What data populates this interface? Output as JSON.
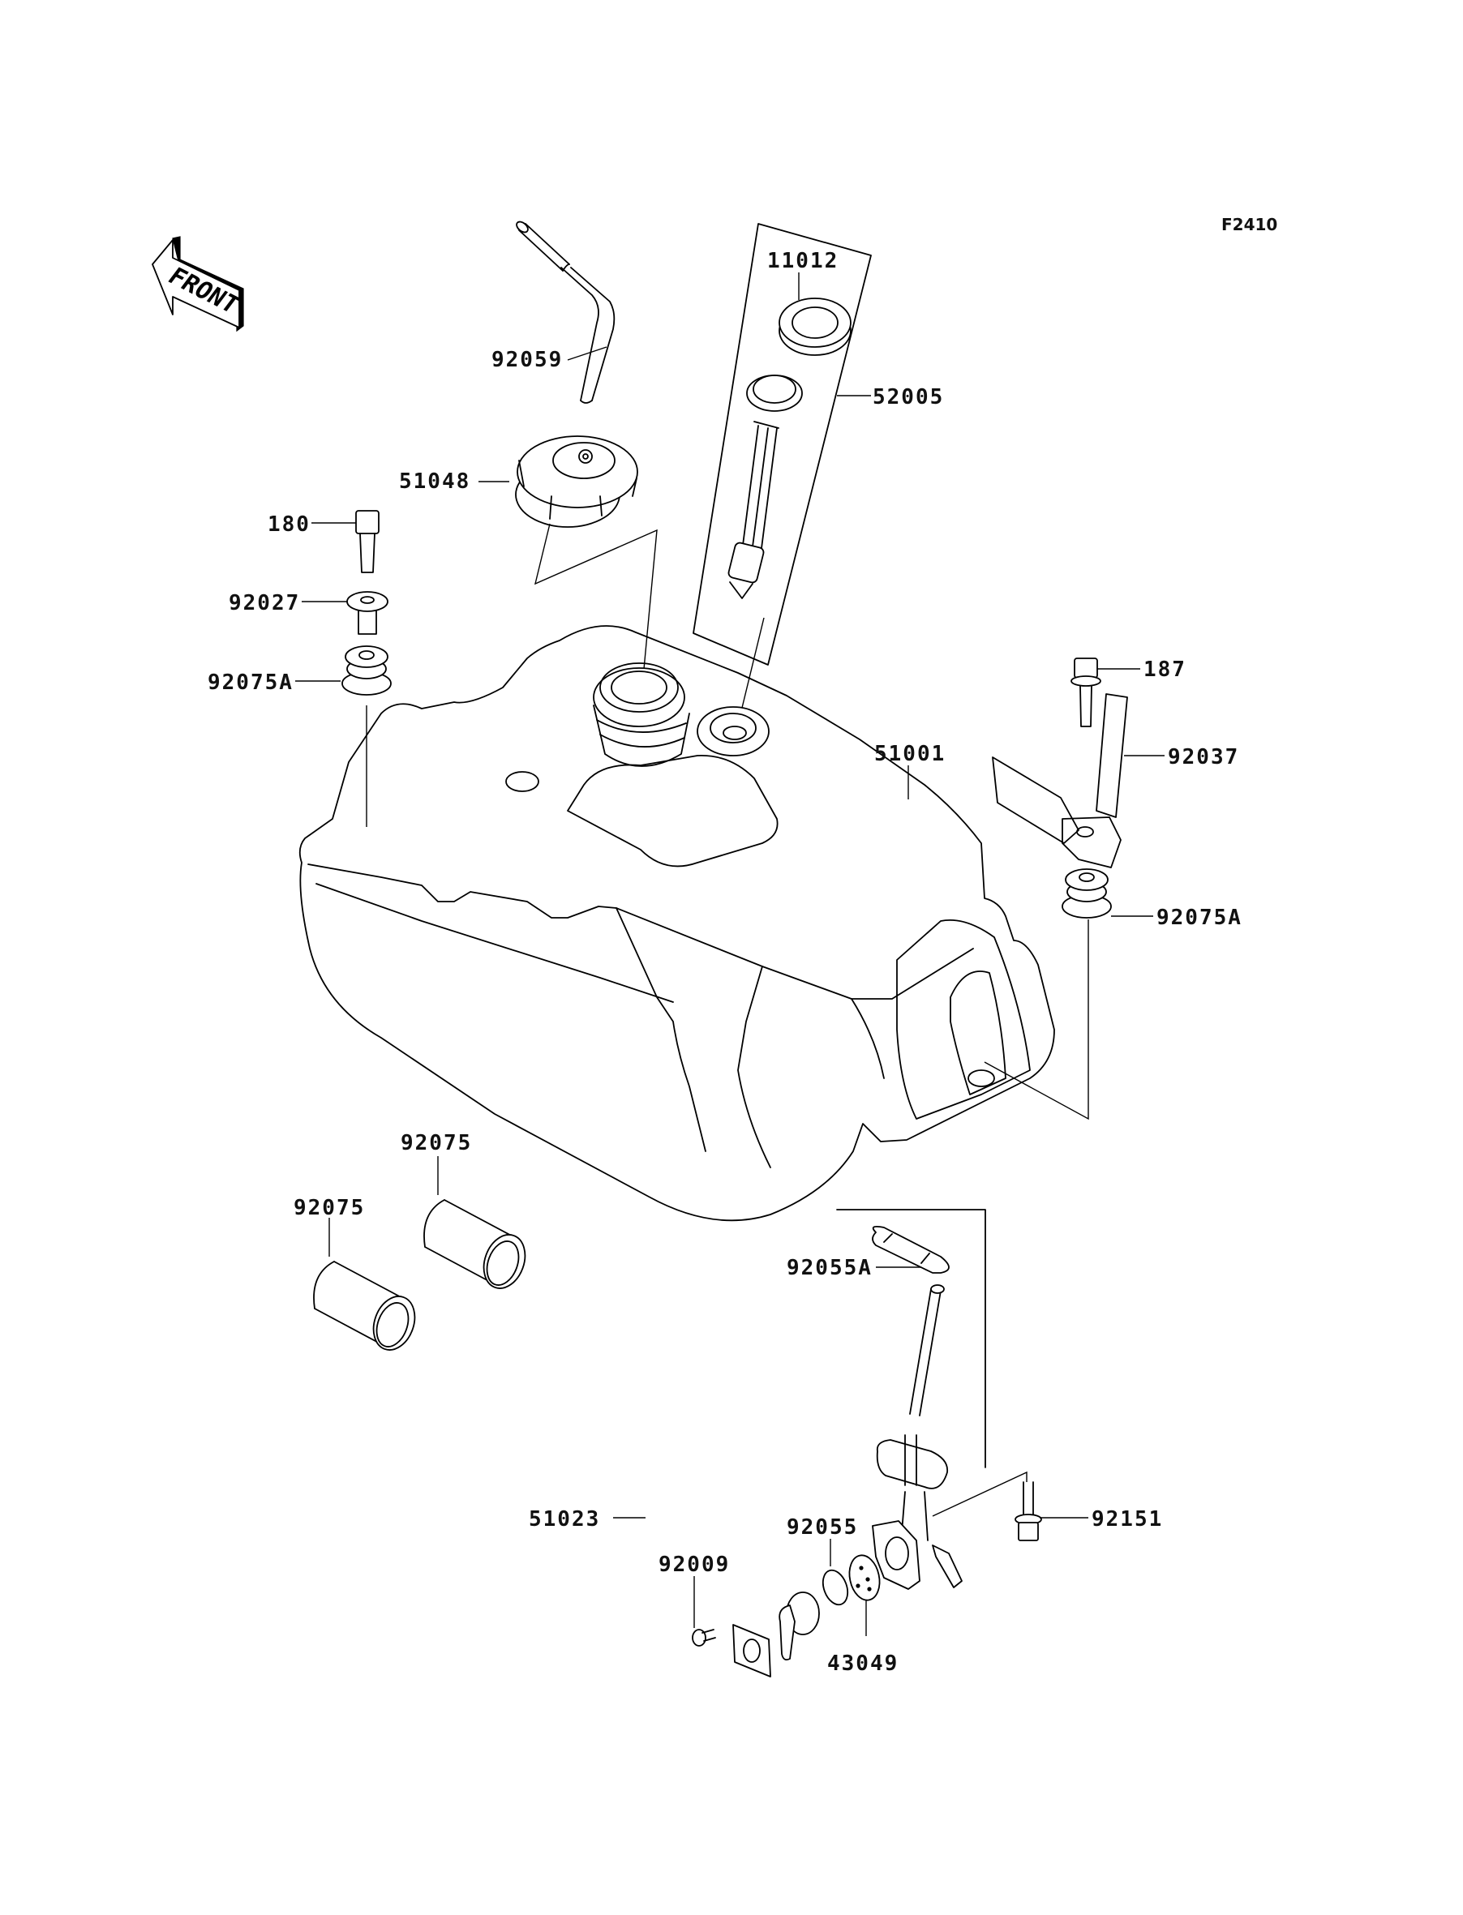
{
  "figure_code": "F2410",
  "direction_indicator": {
    "text": "FRONT",
    "icon": "front-arrow-icon"
  },
  "parts": [
    {
      "id": "92059",
      "description": "breather hose"
    },
    {
      "id": "11012",
      "description": "gauge ring"
    },
    {
      "id": "52005",
      "description": "fuel gauge assembly"
    },
    {
      "id": "51048",
      "description": "fuel tank cap"
    },
    {
      "id": "180",
      "description": "bolt"
    },
    {
      "id": "92027",
      "description": "collar"
    },
    {
      "id": "92075A",
      "description": "damper (left)"
    },
    {
      "id": "187",
      "description": "flanged bolt"
    },
    {
      "id": "92037",
      "description": "bracket / clamp"
    },
    {
      "id": "51001",
      "description": "fuel tank"
    },
    {
      "id": "92075A",
      "description": "damper (right)"
    },
    {
      "id": "92075",
      "description": "damper / collar (rear)"
    },
    {
      "id": "92075",
      "description": "damper / collar (front)"
    },
    {
      "id": "92055A",
      "description": "gasket"
    },
    {
      "id": "51023",
      "description": "fuel cock assembly"
    },
    {
      "id": "92151",
      "description": "bolt"
    },
    {
      "id": "92055",
      "description": "o-ring"
    },
    {
      "id": "92009",
      "description": "screw"
    },
    {
      "id": "43049",
      "description": "gasket plate"
    }
  ],
  "labels": {
    "p92059": "92059",
    "p11012": "11012",
    "p52005": "52005",
    "p51048": "51048",
    "p180": "180",
    "p92027": "92027",
    "p92075A_left": "92075A",
    "p187": "187",
    "p92037": "92037",
    "p51001": "51001",
    "p92075A_right": "92075A",
    "p92075_upper": "92075",
    "p92075_lower": "92075",
    "p92055A": "92055A",
    "p51023": "51023",
    "p92151": "92151",
    "p92055": "92055",
    "p92009": "92009",
    "p43049": "43049"
  }
}
